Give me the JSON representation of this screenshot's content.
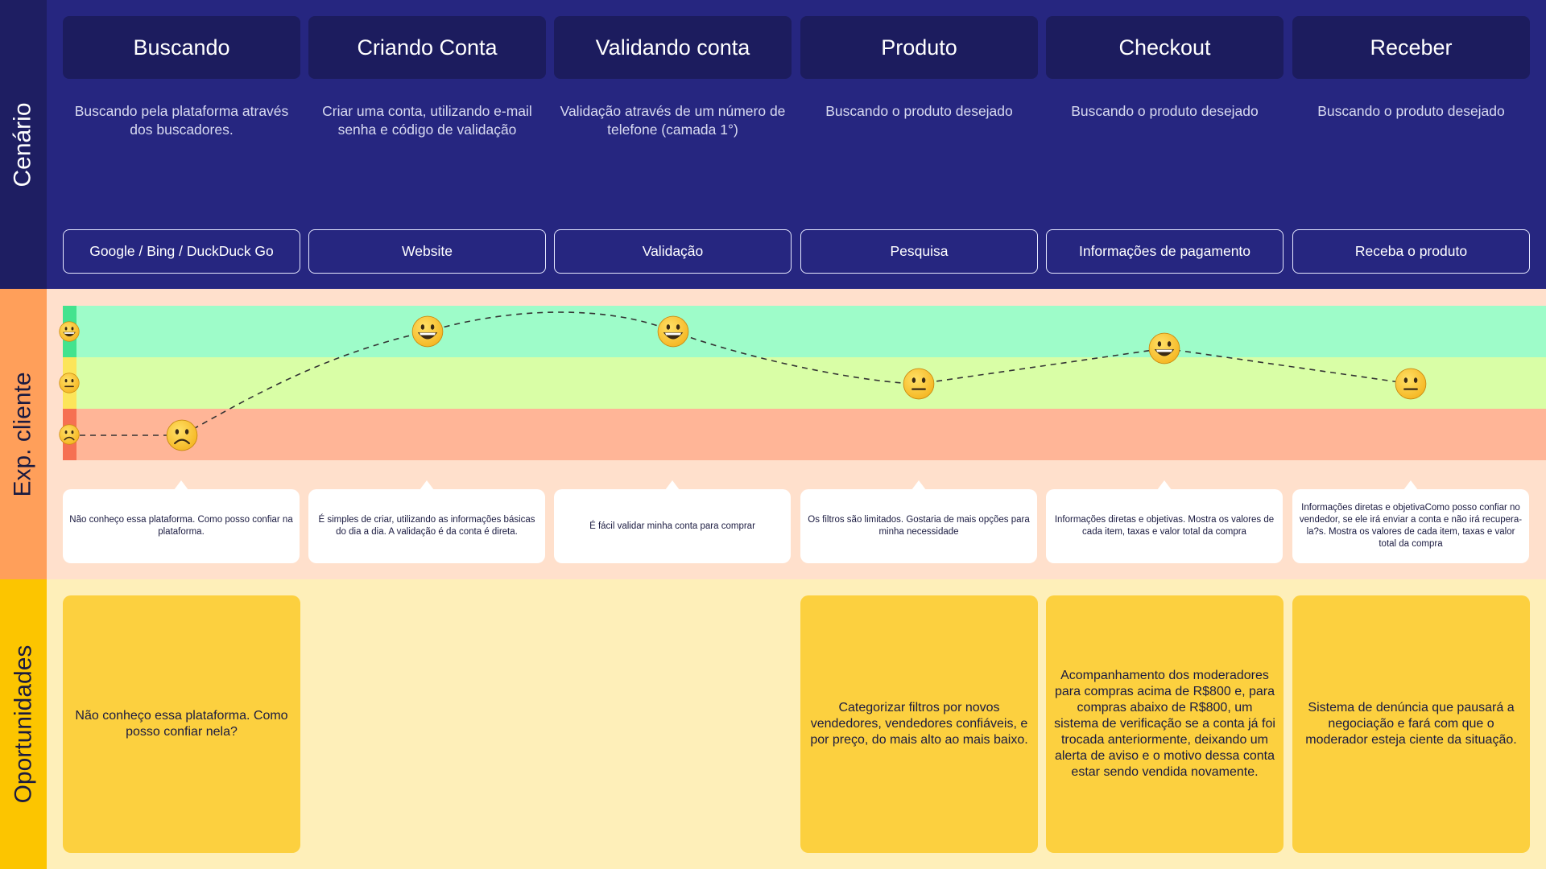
{
  "rows": {
    "cenario": "Cenário",
    "experiencia": "Exp. cliente",
    "oportunidades": "Oportunidades"
  },
  "stages": [
    {
      "title": "Buscando",
      "description": "Buscando pela plataforma através dos buscadores.",
      "channel": "Google / Bing / DuckDuck Go"
    },
    {
      "title": "Criando Conta",
      "description": "Criar uma conta, utilizando e-mail senha e código de validação",
      "channel": "Website"
    },
    {
      "title": "Validando conta",
      "description": "Validação através de um número de telefone (camada 1°)",
      "channel": "Validação"
    },
    {
      "title": "Produto",
      "description": "Buscando o produto desejado",
      "channel": "Pesquisa"
    },
    {
      "title": "Checkout",
      "description": "Buscando o produto desejado",
      "channel": "Informações de pagamento"
    },
    {
      "title": "Receber",
      "description": "Buscando o produto desejado",
      "channel": "Receba o produto"
    }
  ],
  "experience": {
    "levels": [
      "happy",
      "neutral",
      "sad"
    ],
    "colors": {
      "happy": "#9EFCC9",
      "neutral": "#D9FEA6",
      "sad": "#FFB597",
      "happy_marker": "#43E38E",
      "neutral_marker": "#FCE55A",
      "sad_marker": "#F67052"
    },
    "stage_moods": [
      "sad",
      "happy",
      "happy",
      "neutral",
      "happy",
      "neutral"
    ],
    "quotes": [
      "Não conheço essa plataforma. Como posso confiar na plataforma.",
      "É simples de criar, utilizando as informações básicas do dia a dia. A validação é da conta é direta.",
      "É fácil validar minha conta para comprar",
      "Os filtros são limitados. Gostaria de mais opções para\nminha necessidade",
      "Informações diretas e objetivas. Mostra os valores de cada item, taxas e valor total da compra",
      "Informações diretas e objetivaComo posso confiar no vendedor, se ele irá enviar a conta e não irá recupera-la?s. Mostra os valores de cada item, taxas e valor total da compra"
    ]
  },
  "opportunities": [
    "Não conheço essa plataforma. Como posso confiar nela?",
    "",
    "",
    "Categorizar filtros por novos vendedores, vendedores confiáveis, e por preço, do mais alto ao mais baixo.",
    "Acompanhamento dos moderadores para compras acima de R$800 e, para compras abaixo de R$800, um sistema de verificação se a conta já foi trocada anteriormente, deixando um alerta de aviso e o motivo dessa conta estar sendo vendida novamente.",
    "Sistema de denúncia que pausará a negociação e fará com que o moderador esteja ciente da situação."
  ]
}
